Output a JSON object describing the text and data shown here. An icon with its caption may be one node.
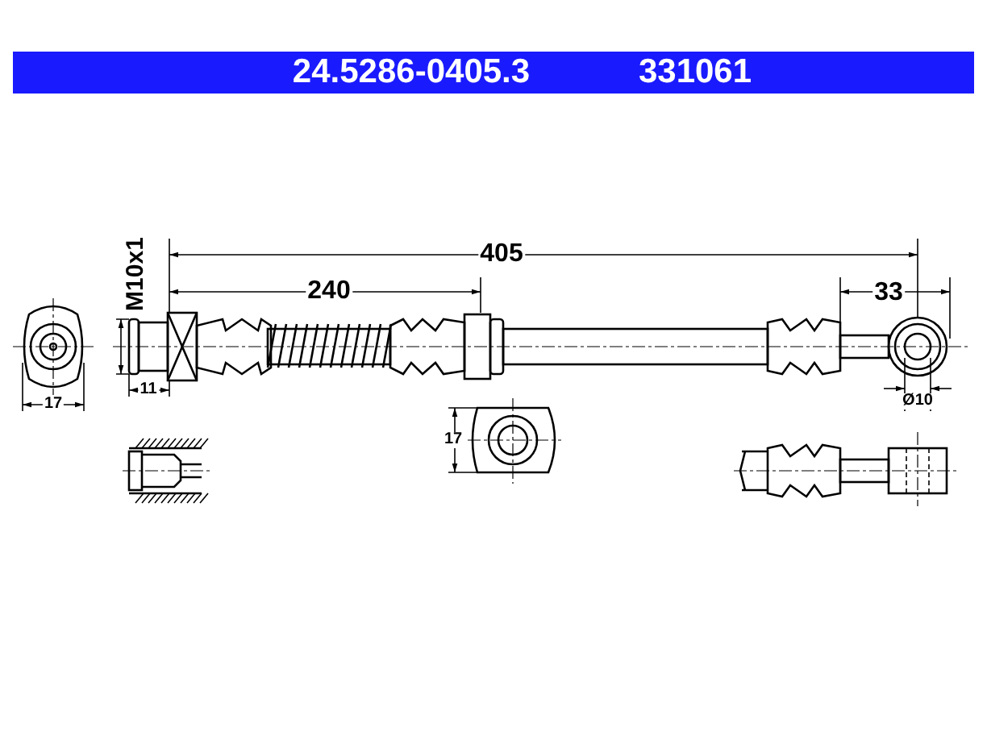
{
  "diagram": {
    "labels": [
      "24.5286-0405.3",
      "331061",
      "M10x1",
      "405",
      "240",
      "33",
      "17",
      "11",
      "Ø10",
      "17"
    ]
  }
}
